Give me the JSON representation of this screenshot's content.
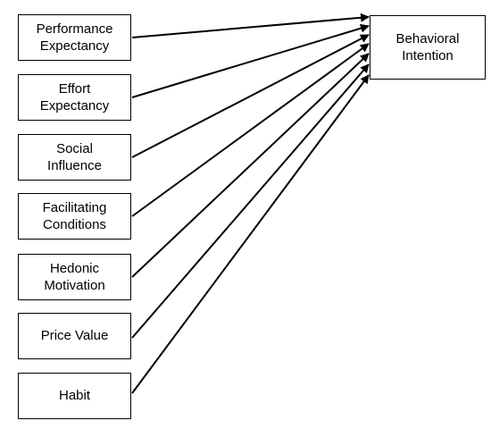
{
  "diagram": {
    "predictors": [
      "Performance\nExpectancy",
      "Effort\nExpectancy",
      "Social\nInfluence",
      "Facilitating\nConditions",
      "Hedonic\nMotivation",
      "Price Value",
      "Habit"
    ],
    "outcome": "Behavioral\nIntention",
    "line_color": "#000000"
  }
}
